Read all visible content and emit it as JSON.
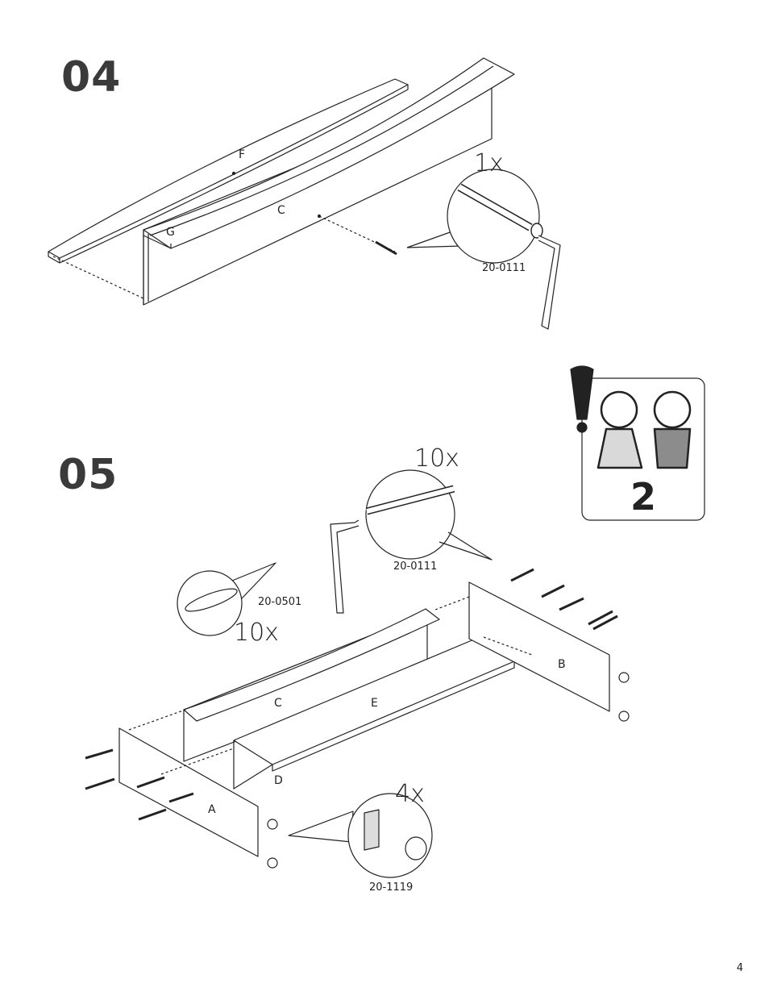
{
  "steps": [
    {
      "number": "04",
      "panel_labels": [
        "F",
        "C",
        "G"
      ],
      "callout": {
        "quantity": "1x",
        "part_number": "20-0111"
      }
    },
    {
      "number": "05",
      "panel_labels": [
        "C",
        "E",
        "B",
        "D",
        "A"
      ],
      "callouts": [
        {
          "quantity": "10x",
          "part_number": "20-0111"
        },
        {
          "quantity": "10x",
          "part_number": "20-0501"
        },
        {
          "quantity": "4x",
          "part_number": "20-1119"
        }
      ],
      "warning": {
        "persons": "2"
      }
    }
  ],
  "page_number": "4"
}
